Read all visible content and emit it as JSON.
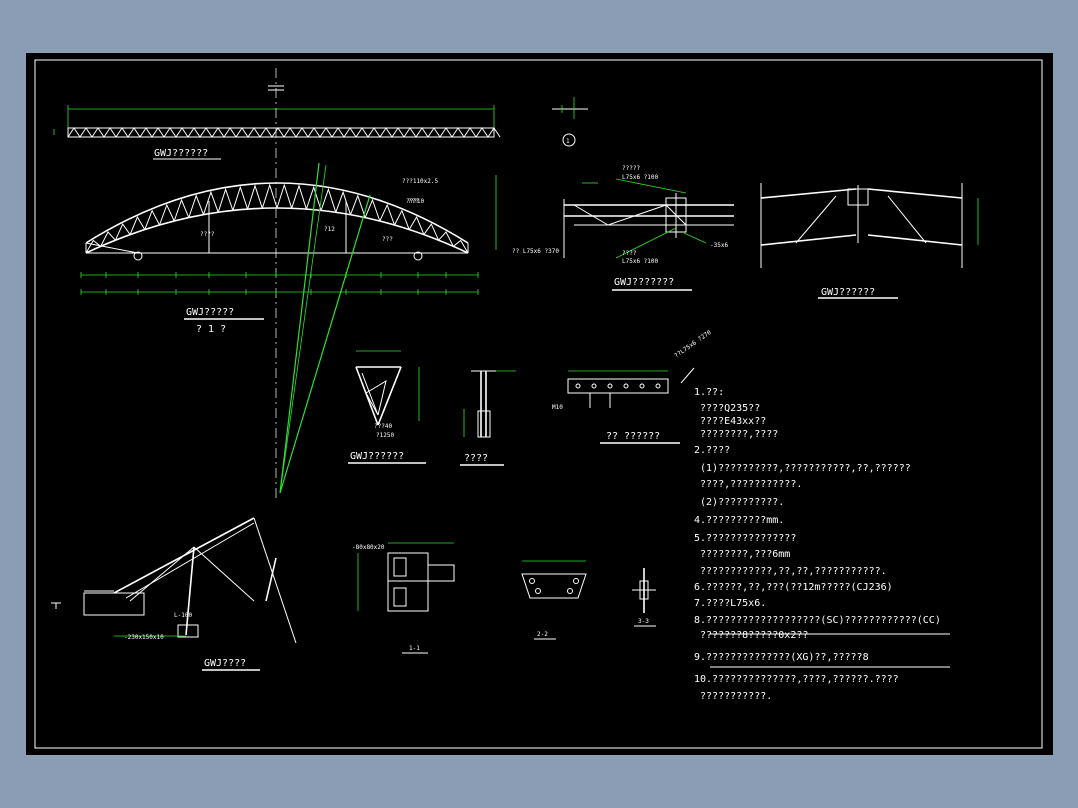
{
  "colors": {
    "background": "#8b9db4",
    "sheet": "#000000",
    "line": "#ffffff",
    "dimension": "#2ee02e"
  },
  "views": {
    "plan_caption": "GWJ??????",
    "elevation_caption": "GWJ?????",
    "elevation_sub": "? 1 ?",
    "elevation_labels": [
      "???110x2.5",
      "??? ",
      "???10",
      "?12",
      "???? ",
      "??? "
    ],
    "joint_a_caption": "GWJ???????",
    "joint_a_labels": [
      "????? ",
      "L75x6  ?100",
      "?? L75x6  ?370",
      "???? ",
      "L75x6  ?100",
      "-35x6"
    ],
    "joint_b_caption": "GWJ??????",
    "section_caption": "GWJ??????",
    "section_labels": [
      "???40",
      "?1250"
    ],
    "detail_caption": "????",
    "purlin_caption": "??  ??????",
    "purlin_label": "M10",
    "angle_label": "??L75x6  ?270",
    "node_caption": "GWJ????",
    "node_labels": [
      "-230x150x10",
      "L-100"
    ],
    "sec11_caption": "1-1",
    "sec11_label": "-80x80x20",
    "sec22_caption": "2-2",
    "sec33_caption": "3-3",
    "circle_mark": "1"
  },
  "notes": [
    "1.??:",
    "  ????Q235??",
    "  ????E43xx??",
    "  ????????,????",
    "2.????",
    "  (1)??????????,???????????,??,??????",
    "     ????,???????????.",
    "  (2)??????????.",
    "4.??????????mm.",
    "5.???????????????",
    "   ????????,???6mm",
    "   ????????????,??,??,???????????.",
    "6.??????,??,???(??12m?????(CJ236)",
    "7.????L75x6.",
    "8.???????????????????(SC)????????????(CC)",
    "   ???????8?????0x2??",
    "9.??????????????(XG)??,?????8",
    "10.??????????????,????,??????.????",
    "   ???????????."
  ]
}
